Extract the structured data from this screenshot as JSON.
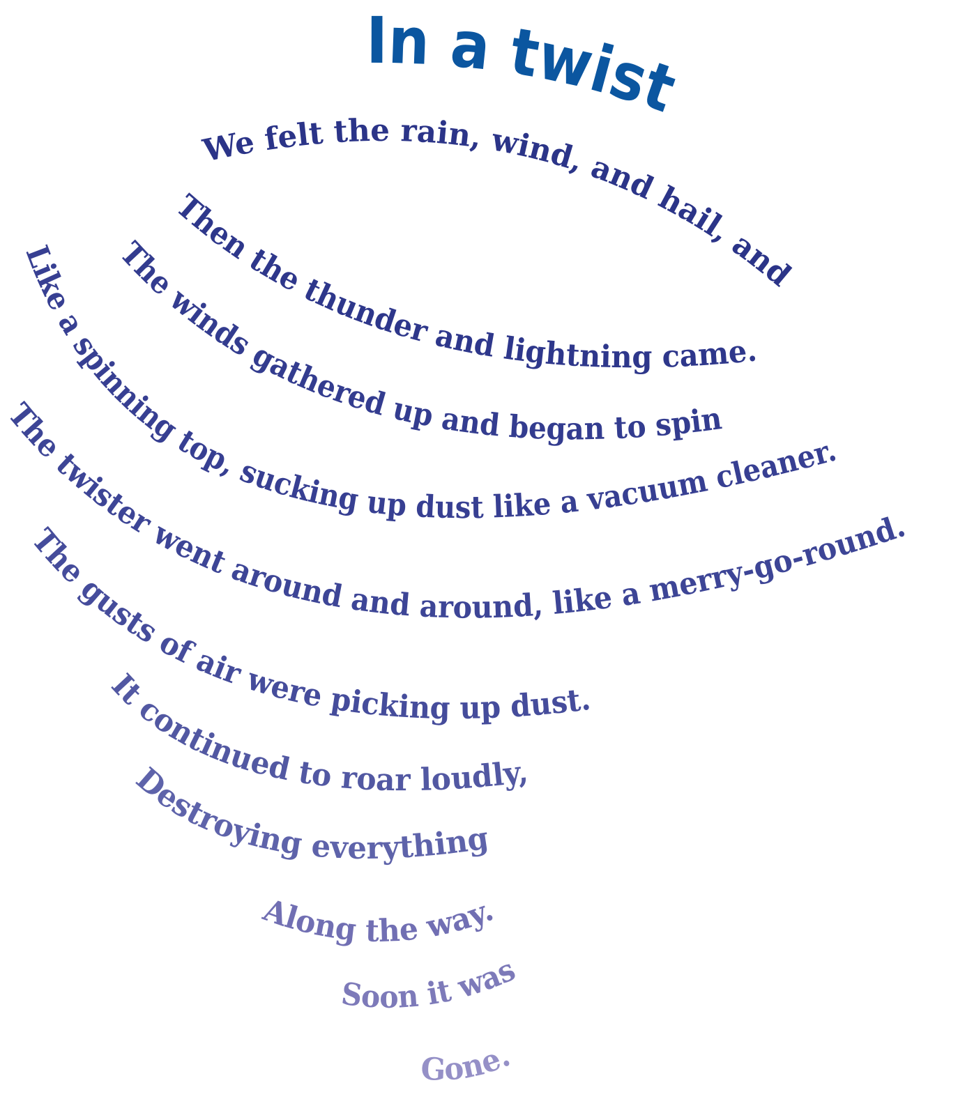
{
  "poem": {
    "title": "In a twist",
    "title_color": "#0b56a0",
    "lines": [
      {
        "text": "We felt the rain, wind, and hail, and",
        "color": "#2b3488"
      },
      {
        "text": "Then the thunder and lightning came.",
        "color": "#2e378b"
      },
      {
        "text": "The winds gathered up and began to spin",
        "color": "#333c8f"
      },
      {
        "text": "Like a spinning top, sucking up dust like a vacuum cleaner.",
        "color": "#373f92"
      },
      {
        "text": "The twister went around and around, like a merry-go-round.",
        "color": "#3d4596"
      },
      {
        "text": "The gusts of air were picking up dust.",
        "color": "#454c9b"
      },
      {
        "text": "It continued to roar loudly,",
        "color": "#5258a2"
      },
      {
        "text": "Destroying everything",
        "color": "#5e63aa"
      },
      {
        "text": "Along the way.",
        "color": "#716fb3"
      },
      {
        "text": "Soon it was",
        "color": "#7d7ab9"
      },
      {
        "text": "Gone.",
        "color": "#9590c7"
      }
    ]
  }
}
